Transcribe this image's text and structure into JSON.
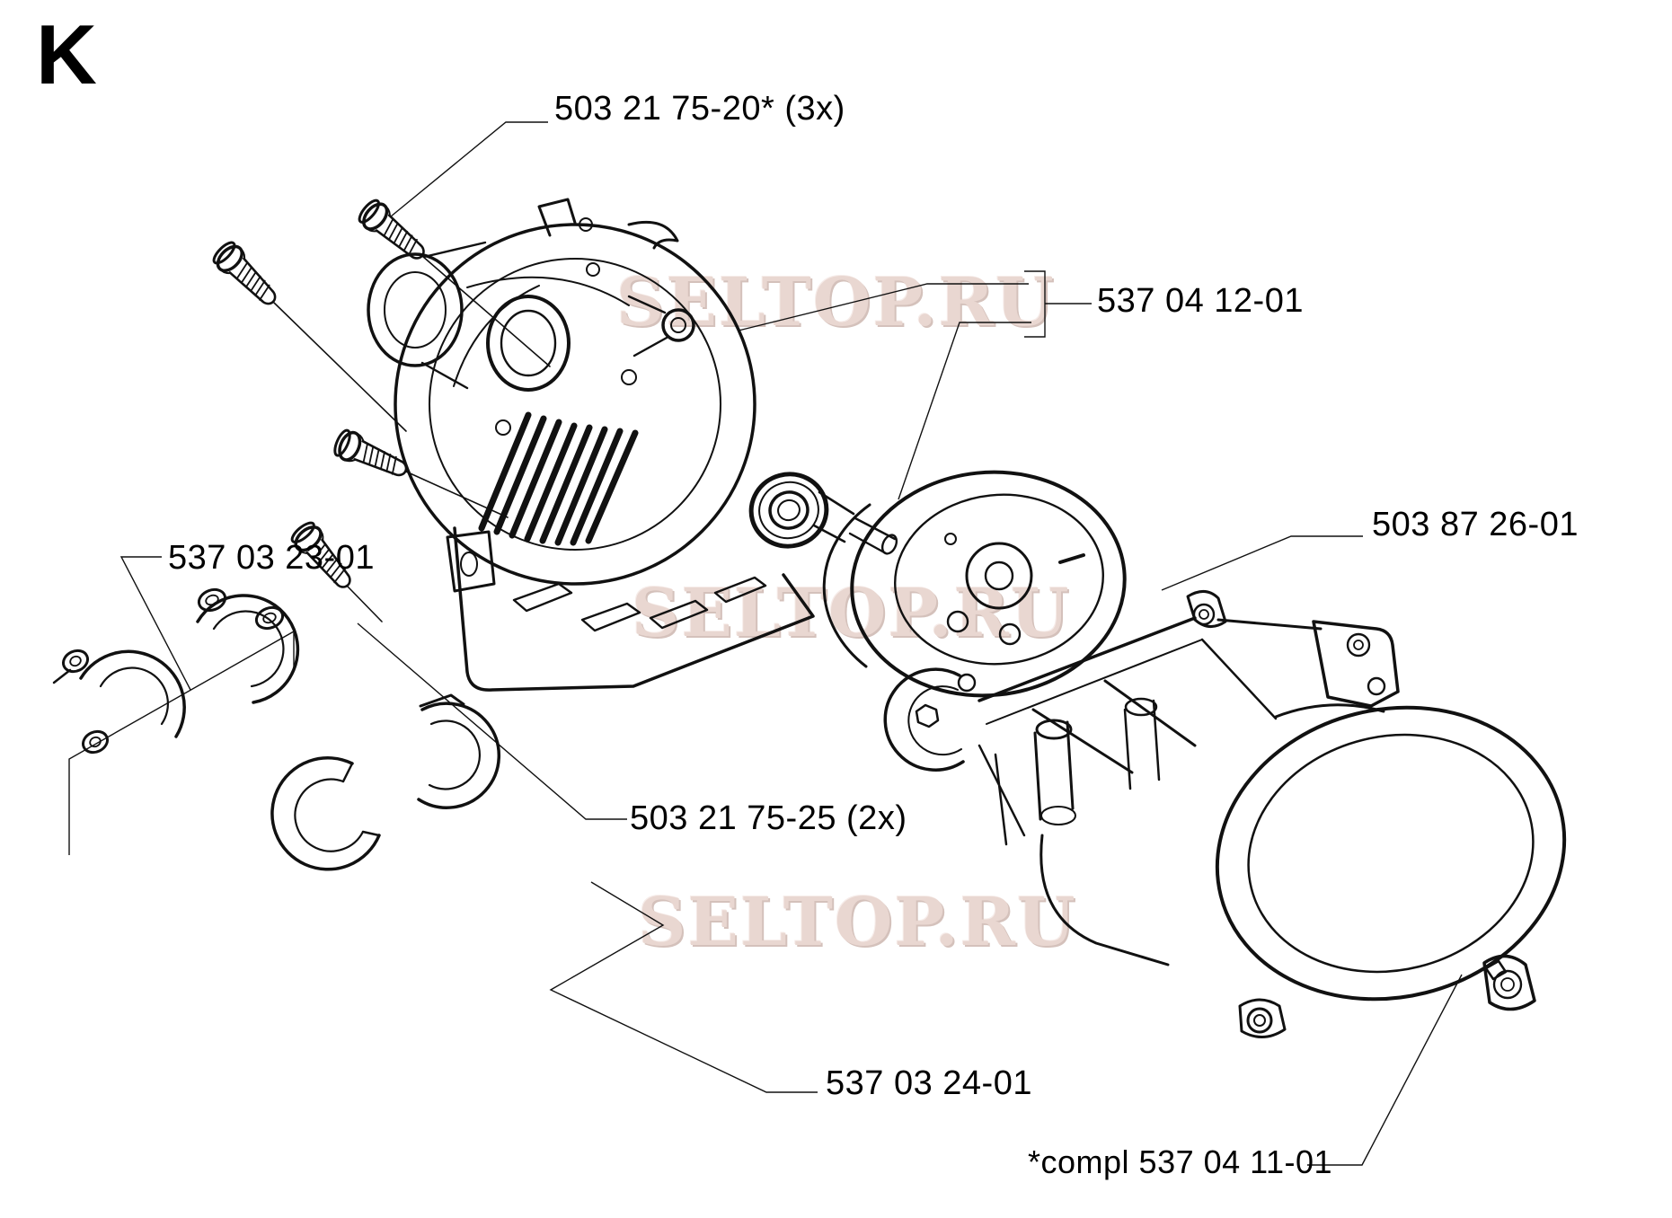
{
  "section": {
    "letter": "K"
  },
  "watermark": {
    "text": "SELTOP.RU",
    "color": "#e9d7d1",
    "shadow_color": "#d4c1bb"
  },
  "colors": {
    "background": "#ffffff",
    "line_art": "#111111",
    "label_text": "#000000"
  },
  "labels": {
    "screws_top": "503 21 75-20* (3x)",
    "crankcase_assembly": "537 04 12-01",
    "clutch_drum": "503 87 26-01",
    "clamp_kit": "537 03 23-01",
    "clamp_screws": "503 21 75-25 (2x)",
    "clamp_halves": "537 03 24-01",
    "gearbox_complete": "*compl 537 04 11-01"
  }
}
